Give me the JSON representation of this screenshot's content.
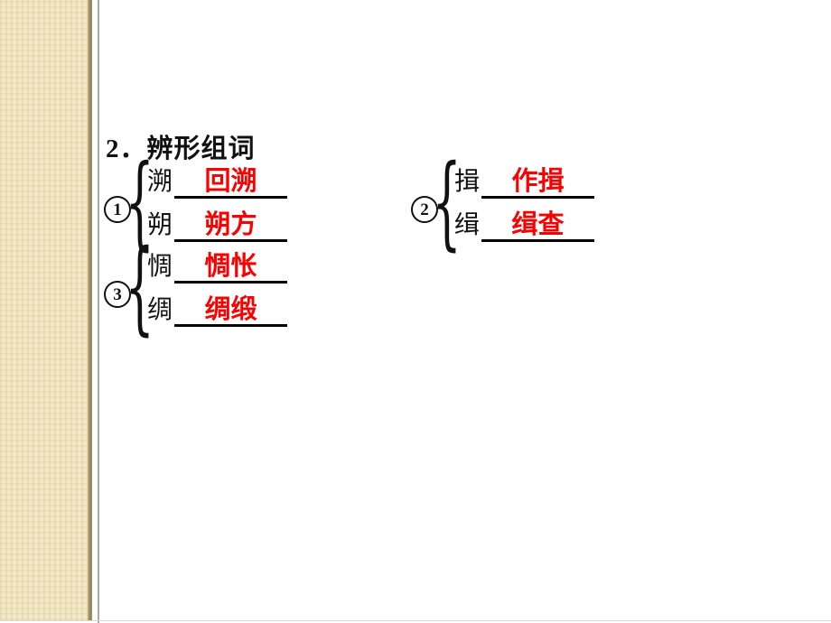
{
  "slide": {
    "title": "2．辨形组词",
    "brace_glyph": "{"
  },
  "groups": [
    {
      "num": "①",
      "digit": "1",
      "items": [
        {
          "char": "溯",
          "answer": "回溯"
        },
        {
          "char": "朔",
          "answer": "朔方"
        }
      ]
    },
    {
      "num": "②",
      "digit": "2",
      "items": [
        {
          "char": "揖",
          "answer": "作揖"
        },
        {
          "char": "缉",
          "answer": "缉查"
        }
      ]
    },
    {
      "num": "③",
      "digit": "3",
      "items": [
        {
          "char": "惆",
          "answer": "惆怅"
        },
        {
          "char": "绸",
          "answer": "绸缎"
        }
      ]
    }
  ],
  "colors": {
    "answer_red": "#fa0000",
    "strip_background": "#f3e9c6",
    "strip_edge": "#8f8157",
    "divider_line": "#ababab"
  }
}
